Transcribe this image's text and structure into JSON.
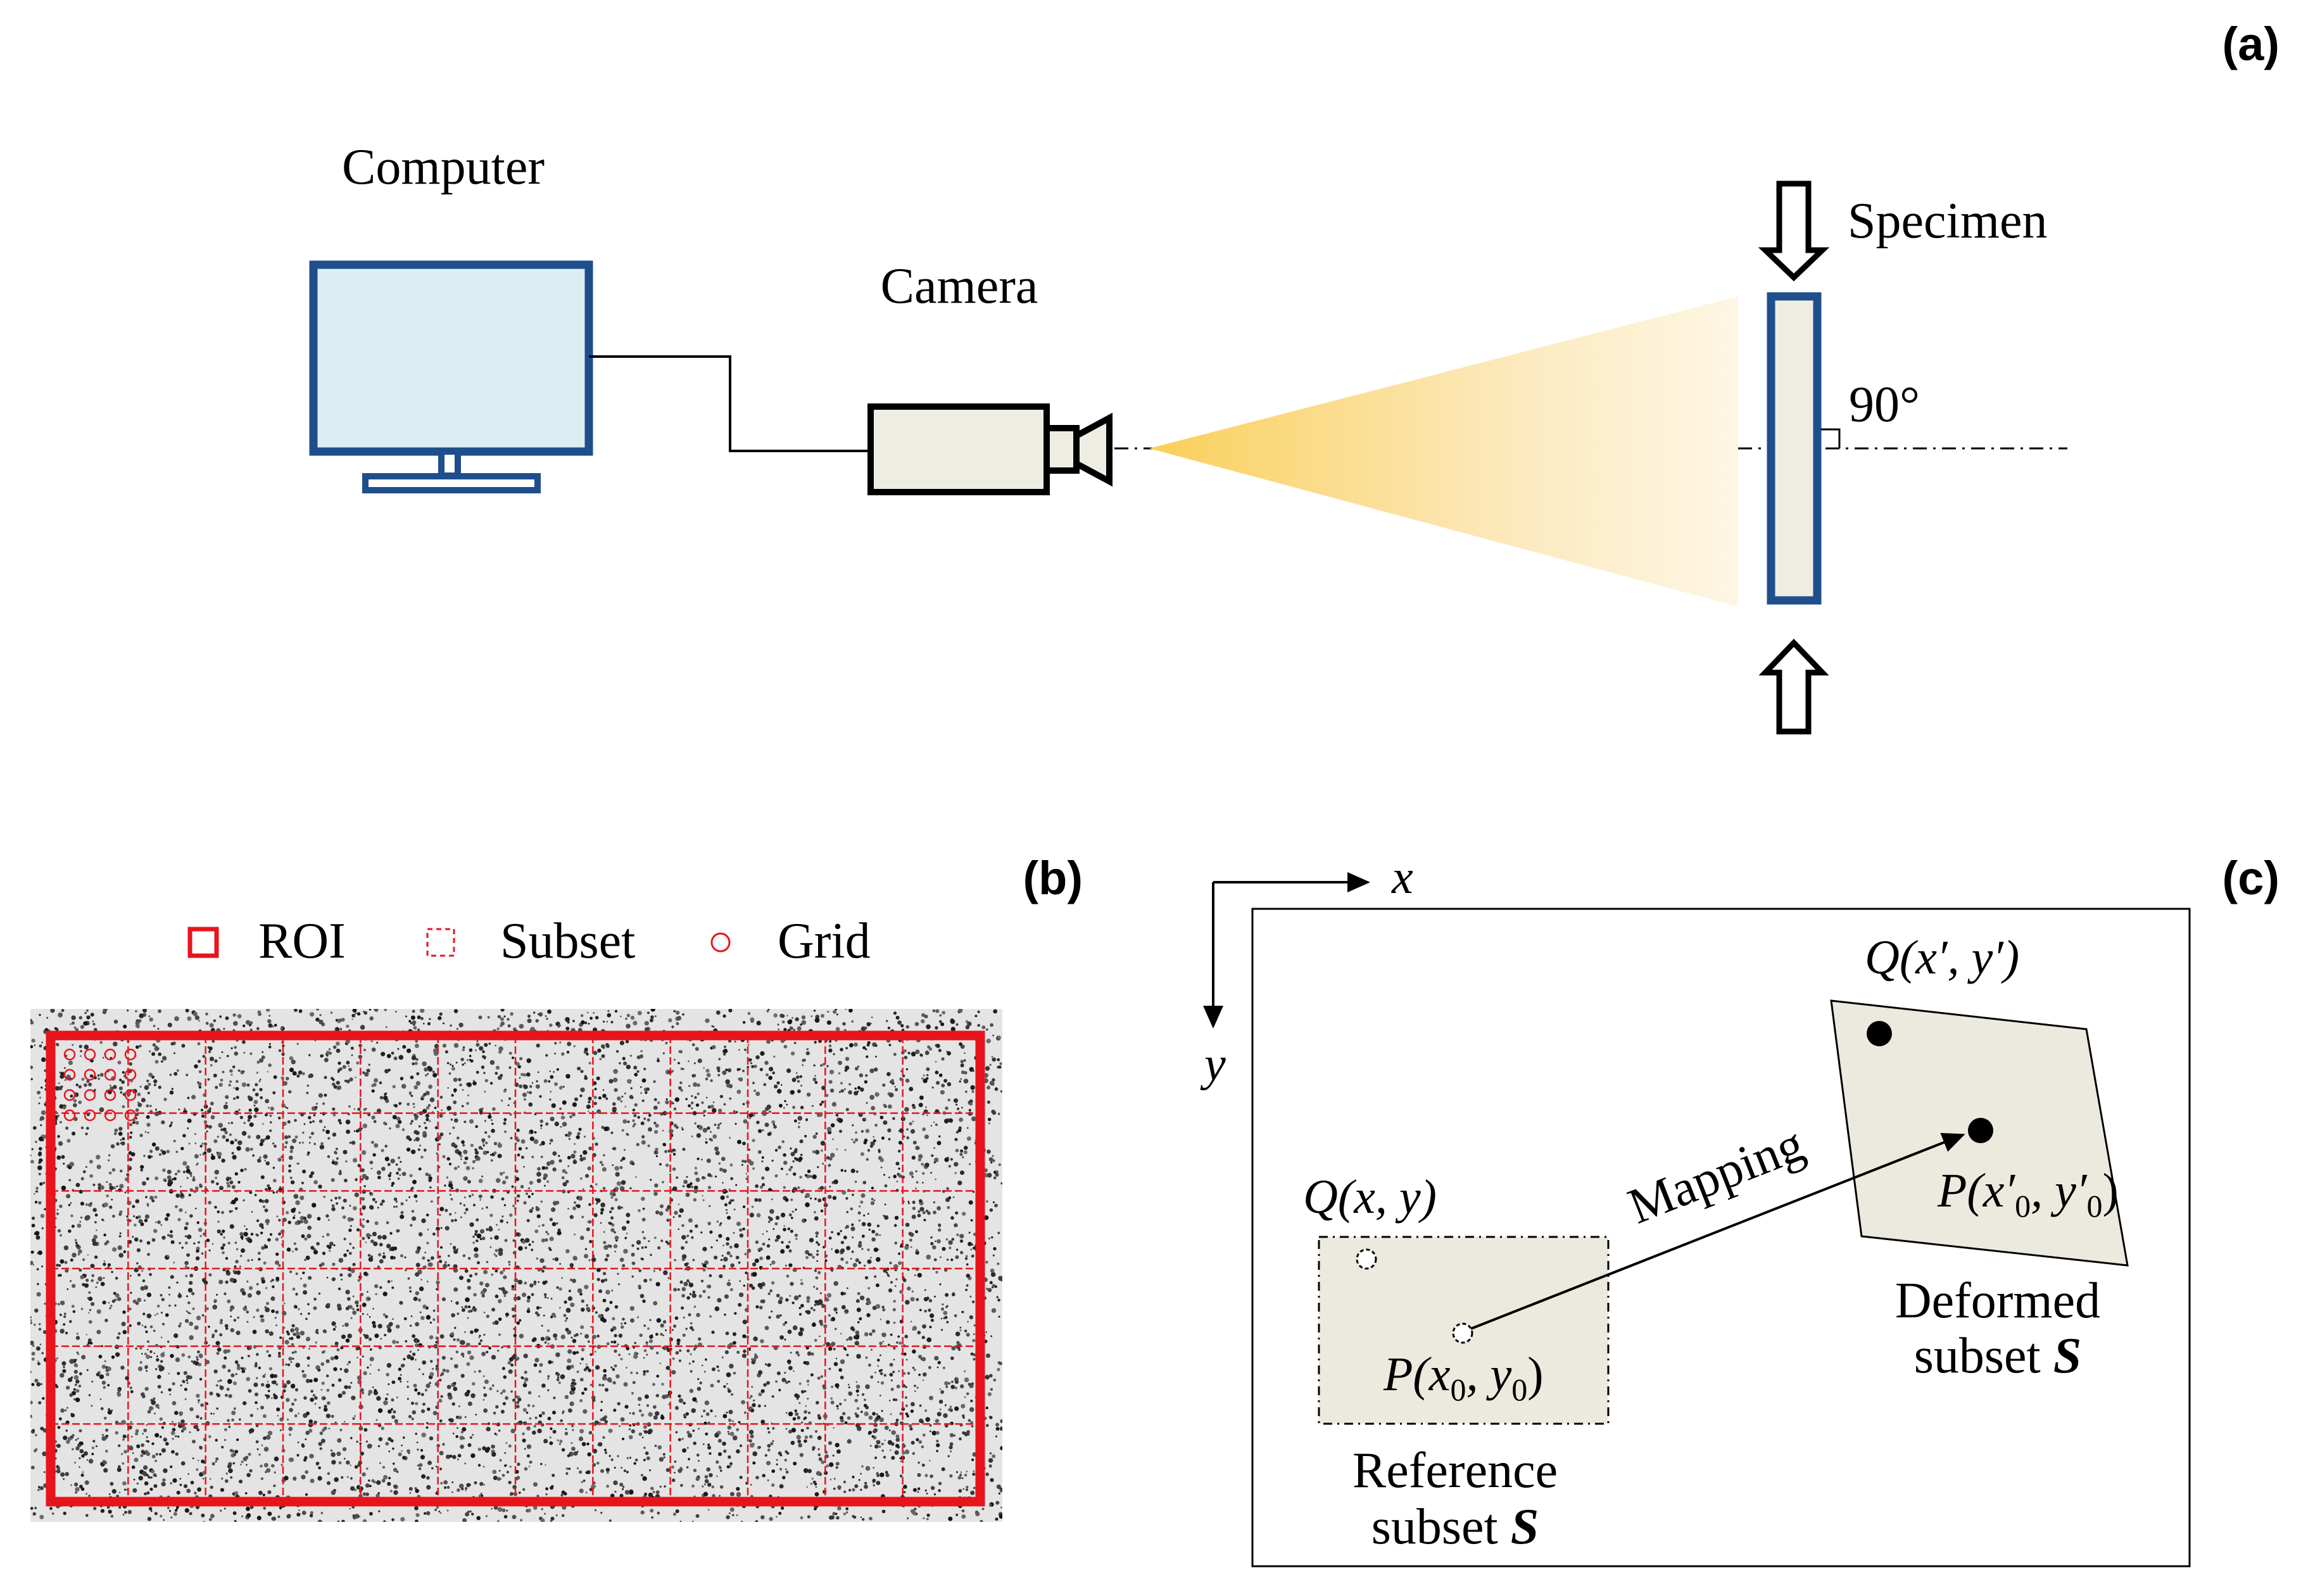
{
  "panels": {
    "a": {
      "label": "(a)",
      "computer_label": "Computer",
      "camera_label": "Camera",
      "specimen_label": "Specimen",
      "angle_label": "90°",
      "colors": {
        "frame": "#1f4e8c",
        "screen": "#dbeef4",
        "body": "#eeede4",
        "beam": "#f9d060"
      }
    },
    "b": {
      "label": "(b)",
      "legend": [
        {
          "key": "roi",
          "text": "ROI"
        },
        {
          "key": "subset",
          "text": "Subset"
        },
        {
          "key": "grid",
          "text": "Grid"
        }
      ],
      "colors": {
        "roi": "#e8141c",
        "speckle": "#222222"
      }
    },
    "c": {
      "label": "(c)",
      "axis_x": "x",
      "axis_y": "y",
      "q_ref": "Q(x, y)",
      "p_ref_main": "P(x",
      "p_ref_sub0": "0",
      "p_ref_mid": ", y",
      "p_ref_sub1": "0",
      "p_ref_end": ")",
      "q_def": "Q(x′, y′)",
      "p_def_main": "P(x′",
      "p_def_sub0": "0",
      "p_def_mid": ", y′",
      "p_def_sub1": "0",
      "p_def_end": ")",
      "mapping_label": "Mapping",
      "ref_line1": "Reference",
      "ref_line2_text": "subset ",
      "ref_line2_sym": "S",
      "def_line1": "Deformed",
      "def_line2_text": "subset ",
      "def_line2_sym": "S",
      "colors": {
        "subset_fill": "#eceadf"
      }
    }
  }
}
